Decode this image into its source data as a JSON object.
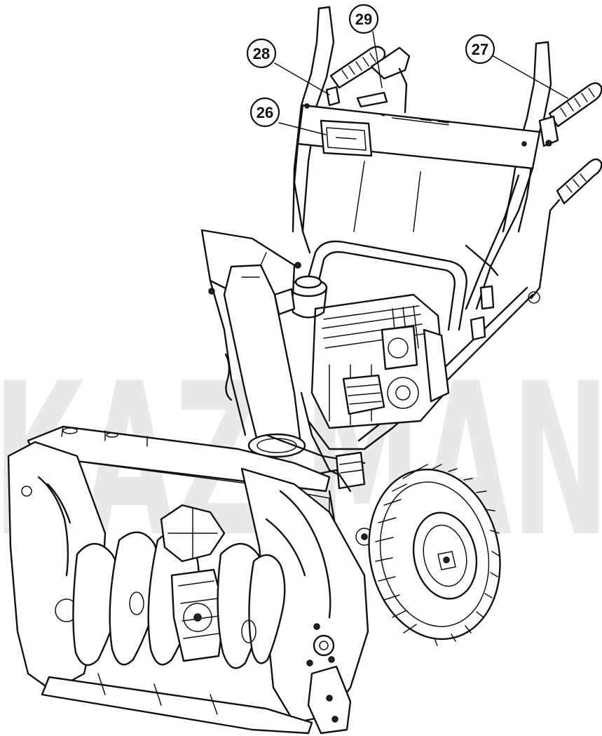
{
  "callouts": [
    {
      "label": "26"
    },
    {
      "label": "27"
    },
    {
      "label": "28"
    },
    {
      "label": "29"
    }
  ],
  "watermark": {
    "text": "KAZIMAN"
  },
  "colors": {
    "line": "#111111",
    "background": "#ffffff",
    "watermark": "#e9e9e9"
  }
}
